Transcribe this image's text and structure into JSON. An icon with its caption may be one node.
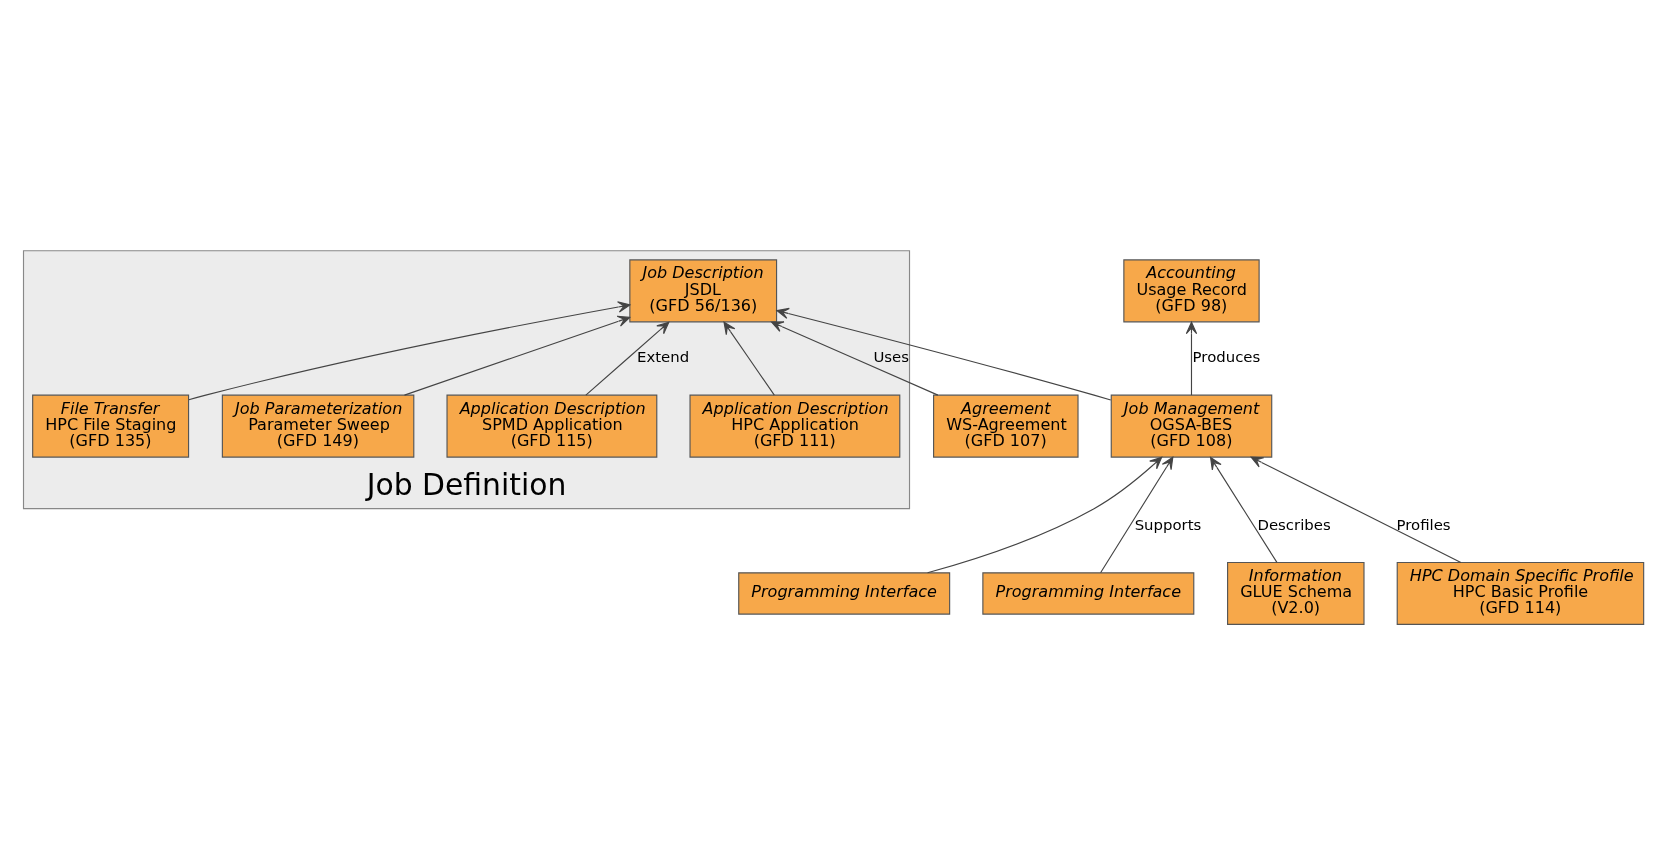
{
  "diagram": {
    "nodes": [
      {
        "text": [
          "Job Definition"
        ]
      },
      {
        "text": [
          "Job Description",
          "JSDL",
          "(GFD 56/136)"
        ],
        "in": 0
      },
      {
        "text": [
          "Application Description",
          "HPC Application",
          "(GFD 111)"
        ],
        "in": 0
      },
      {
        "text": [
          "Application Description",
          "SPMD Application",
          "(GFD 115)"
        ],
        "in": 0
      },
      {
        "text": [
          "Job Parameterization",
          "Parameter Sweep",
          "(GFD 149)"
        ],
        "in": 0
      },
      {
        "text": [
          "File Transfer",
          "HPC File Staging",
          "(GFD 135)"
        ],
        "in": 0
      },
      {
        "text": [
          "Agreement",
          "WS-Agreement",
          "(GFD 107)"
        ]
      },
      {
        "text": [
          "Accounting",
          "Usage Record",
          "(GFD 98)"
        ]
      },
      {
        "text": [
          "Programming Interface"
        ]
      },
      {
        "text": [
          "Programming Interface"
        ]
      },
      {
        "text": [
          "Job Management",
          "OGSA-BES",
          "(GFD 108)"
        ]
      },
      {
        "text": [
          "Information",
          "GLUE Schema",
          "(V2.0)"
        ]
      },
      {
        "text": [
          "HPC Domain Specific Profile",
          "HPC Basic Profile",
          "(GFD 114)"
        ]
      }
    ],
    "edges": [
      {
        "from": 2,
        "to": 1,
        "arrow": "to"
      },
      {
        "from": 3,
        "to": 1,
        "arrow": "to",
        "label": "Extend"
      },
      {
        "from": 4,
        "to": 1,
        "arrow": "to"
      },
      {
        "from": 5,
        "to": 1,
        "arrow": "to"
      },
      {
        "from": 6,
        "to": 1,
        "arrow": "to",
        "label": "Uses"
      },
      {
        "from": 10,
        "to": 1,
        "arrow": "to"
      },
      {
        "from": 10,
        "to": 7,
        "arrow": "to",
        "label": "Produces"
      },
      {
        "from": 8,
        "to": 10,
        "arrow": "to"
      },
      {
        "from": 9,
        "to": 10,
        "arrow": "to",
        "label": "Supports"
      },
      {
        "from": 11,
        "to": 10,
        "arrow": "to",
        "label": "Describes"
      },
      {
        "from": 12,
        "to": 10,
        "arrow": "to",
        "label": "Profiles"
      }
    ]
  }
}
